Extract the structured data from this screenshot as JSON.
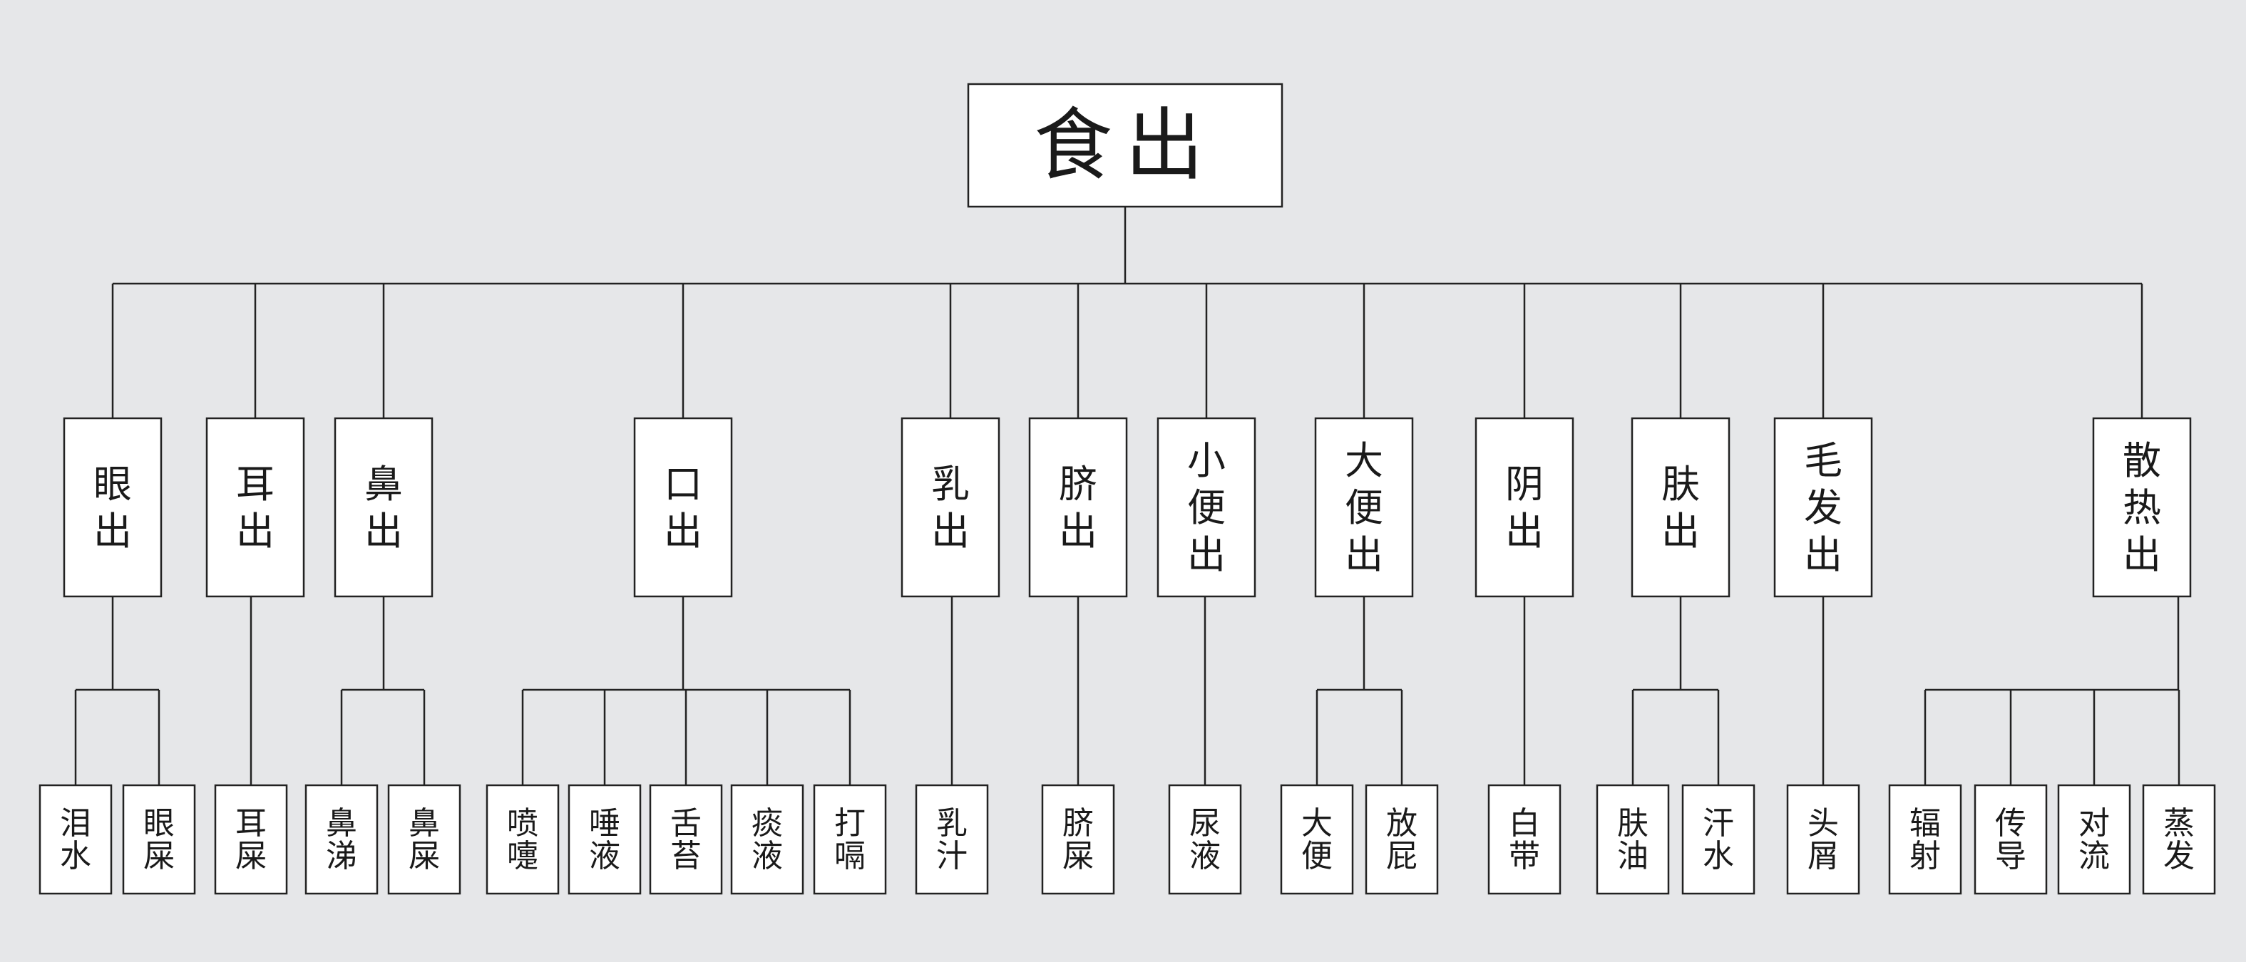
{
  "root": {
    "label": "食出"
  },
  "groups": [
    {
      "label": "眼出",
      "leaves": [
        "泪水",
        "眼屎"
      ]
    },
    {
      "label": "耳出",
      "leaves": [
        "耳屎"
      ]
    },
    {
      "label": "鼻出",
      "leaves": [
        "鼻涕",
        "鼻屎"
      ]
    },
    {
      "label": "口出",
      "leaves": [
        "喷嚏",
        "唾液",
        "舌苔",
        "痰液",
        "打嗝"
      ]
    },
    {
      "label": "乳出",
      "leaves": [
        "乳汁"
      ]
    },
    {
      "label": "脐出",
      "leaves": [
        "脐屎"
      ]
    },
    {
      "label": "小便出",
      "leaves": [
        "尿液"
      ]
    },
    {
      "label": "大便出",
      "leaves": [
        "大便",
        "放屁"
      ]
    },
    {
      "label": "阴出",
      "leaves": [
        "白带"
      ]
    },
    {
      "label": "肤出",
      "leaves": [
        "肤油",
        "汗水"
      ]
    },
    {
      "label": "毛发出",
      "leaves": [
        "头屑"
      ]
    },
    {
      "label": "散热出",
      "leaves": [
        "辐射",
        "传导",
        "对流",
        "蒸发"
      ]
    }
  ],
  "colors": {
    "background": "#e6e7e9",
    "box": "#ffffff",
    "line": "#222222",
    "text": "#1a1a1a"
  }
}
